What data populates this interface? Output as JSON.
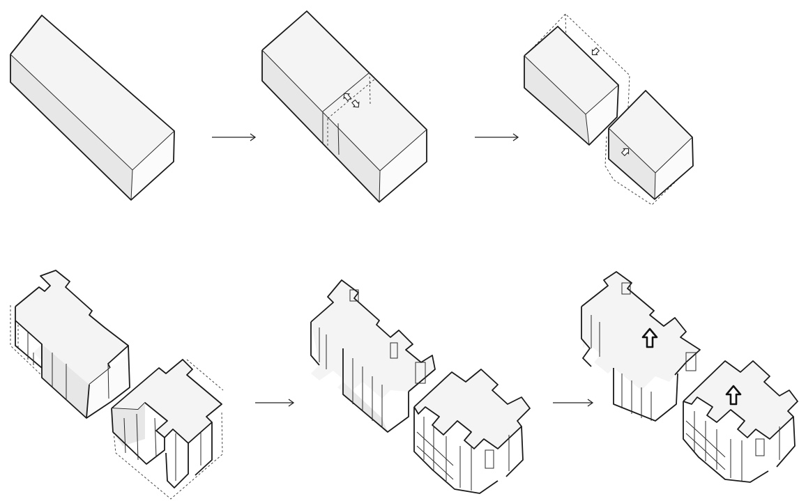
{
  "diagram": {
    "kind": "massing-process-sequence",
    "rows": 2,
    "steps_per_row": 3,
    "colors": {
      "line": "#1a1a1a",
      "top_face": "#f4f4f4",
      "side_face": "#e7e7e7",
      "background": "#ffffff"
    },
    "steps": [
      {
        "id": "step-1",
        "content": "single-rectangular-volume"
      },
      {
        "id": "step-2",
        "content": "volume-divided-in-two"
      },
      {
        "id": "step-3",
        "content": "volumes-shifted-apart"
      },
      {
        "id": "step-4",
        "content": "footprints-carved"
      },
      {
        "id": "step-5",
        "content": "facades-articulated"
      },
      {
        "id": "step-6",
        "content": "volumes-raised"
      }
    ]
  }
}
